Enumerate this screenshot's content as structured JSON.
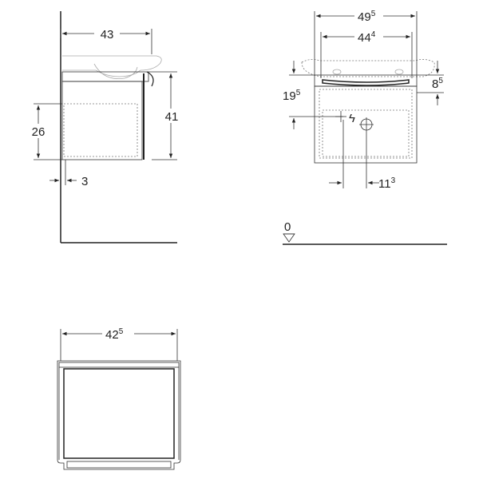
{
  "side_view": {
    "width_label": "43",
    "height_label": "41",
    "drawer_height_label": "26",
    "gap_label": "3"
  },
  "front_view": {
    "outer_width_main": "49",
    "outer_width_sup": "5",
    "inner_width_main": "44",
    "inner_width_sup": "4",
    "top_offset_main": "8",
    "top_offset_sup": "5",
    "connection_height_main": "19",
    "connection_height_sup": "5",
    "connection_offset_main": "11",
    "connection_offset_sup": "3",
    "power_symbol": "ϟ",
    "floor_level_label": "0"
  },
  "top_view": {
    "width_main": "42",
    "width_sup": "5"
  }
}
